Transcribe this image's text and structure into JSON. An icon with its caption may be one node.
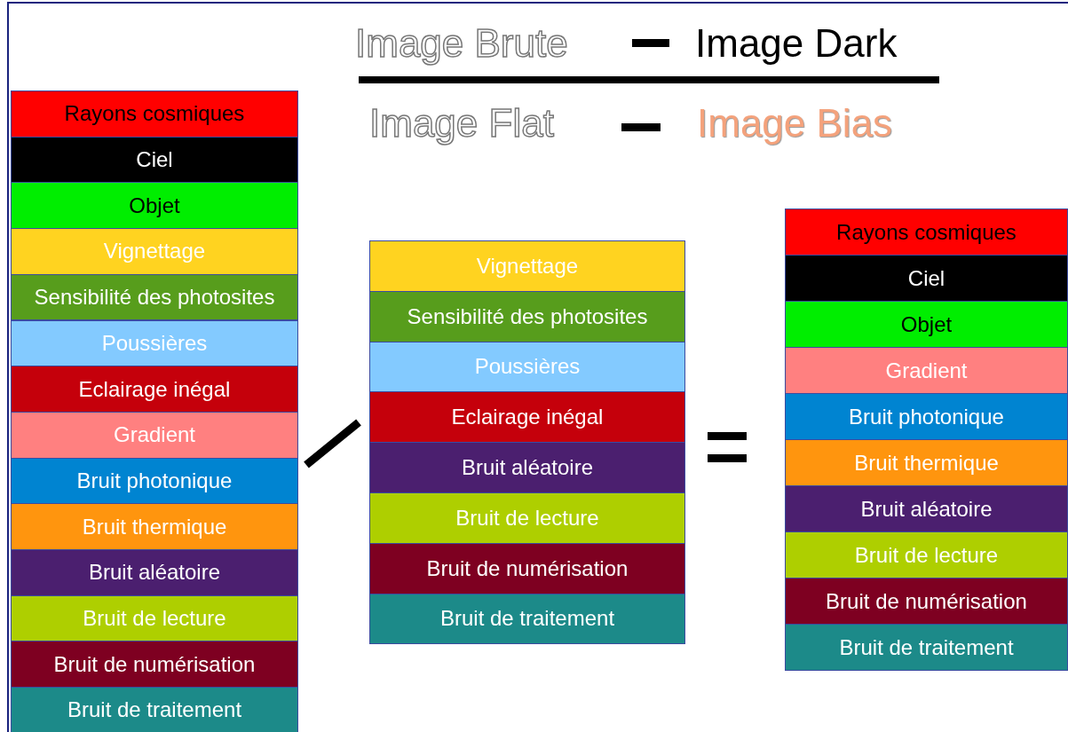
{
  "diagram": {
    "nodes": [
      {
        "text": [
          "Rayons cosmiques"
        ]
      },
      {
        "text": [
          "Ciel"
        ]
      },
      {
        "text": [
          "Objet"
        ]
      },
      {
        "text": [
          "Vignettage"
        ]
      },
      {
        "text": [
          "Sensibilité des photosites"
        ]
      },
      {
        "text": [
          "Poussières"
        ]
      },
      {
        "text": [
          "Eclairage inégal"
        ]
      },
      {
        "text": [
          "Gradient"
        ]
      },
      {
        "text": [
          "Bruit photonique"
        ]
      },
      {
        "text": [
          "Bruit thermique"
        ]
      },
      {
        "text": [
          "Bruit aléatoire"
        ]
      },
      {
        "text": [
          "Bruit de lecture"
        ]
      },
      {
        "text": [
          "Bruit de numérisation"
        ]
      },
      {
        "text": [
          "Bruit de traitement"
        ]
      },
      {
        "text": [
          "Vignettage"
        ]
      },
      {
        "text": [
          "Sensibilité des photosites"
        ]
      },
      {
        "text": [
          "Poussières"
        ]
      },
      {
        "text": [
          "Eclairage inégal"
        ]
      },
      {
        "text": [
          "Bruit aléatoire"
        ]
      },
      {
        "text": [
          "Bruit de lecture"
        ]
      },
      {
        "text": [
          "Bruit de numérisation"
        ]
      },
      {
        "text": [
          "Bruit de traitement"
        ]
      },
      {
        "text": [
          "Rayons cosmiques"
        ]
      },
      {
        "text": [
          "Ciel"
        ]
      },
      {
        "text": [
          "Objet"
        ]
      },
      {
        "text": [
          "Gradient"
        ]
      },
      {
        "text": [
          "Bruit photonique"
        ]
      },
      {
        "text": [
          "Bruit thermique"
        ]
      },
      {
        "text": [
          "Bruit aléatoire"
        ]
      },
      {
        "text": [
          "Bruit de lecture"
        ]
      },
      {
        "text": [
          "Bruit de numérisation"
        ]
      },
      {
        "text": [
          "Bruit de traitement"
        ]
      }
    ],
    "edges": [],
    "labels": [
      "Image Brute",
      "Image Dark",
      "Image Flat",
      "Image Bias"
    ]
  }
}
